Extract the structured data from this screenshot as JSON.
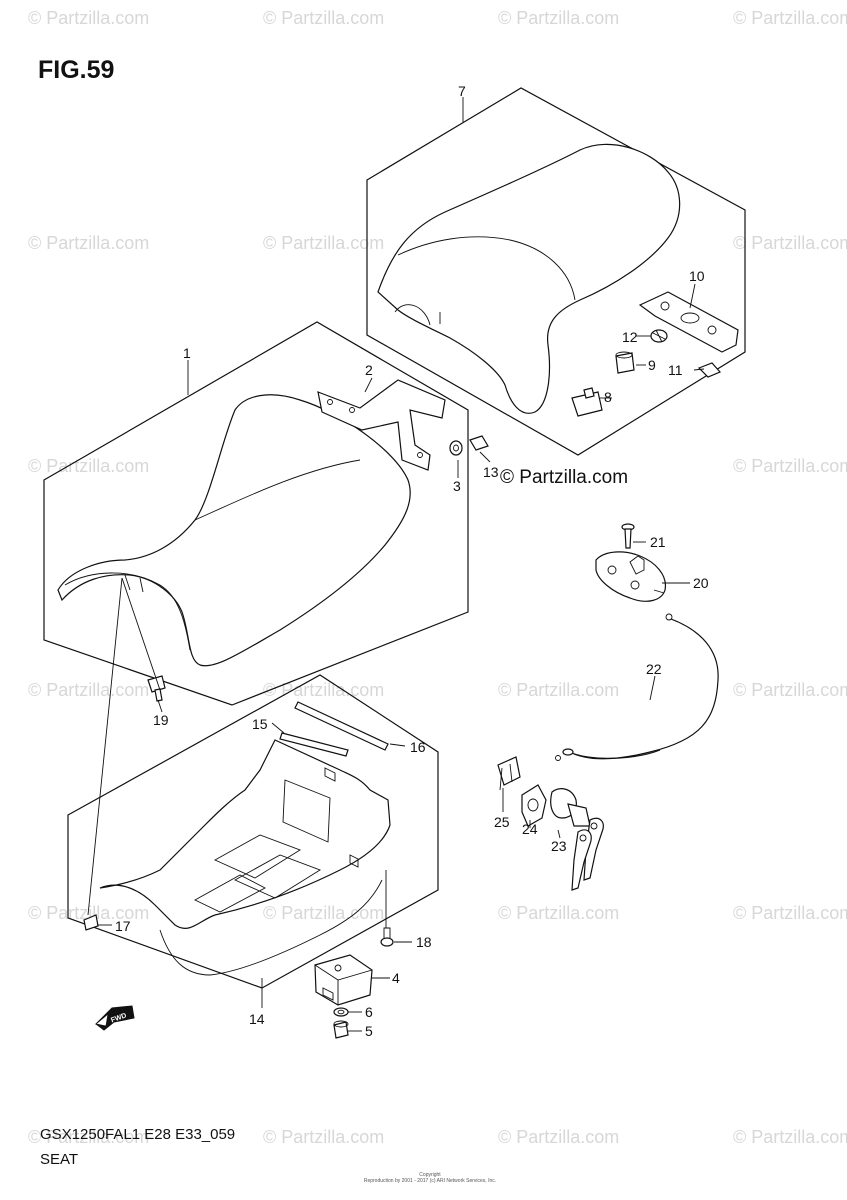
{
  "figure": {
    "title": "FIG.59",
    "code": "GSX1250FAL1 E28 E33_059",
    "name": "SEAT"
  },
  "watermark": {
    "text": "© Partzilla.com",
    "brand_text": "© Partzilla.com"
  },
  "copyright_note": [
    "Copyright",
    "Reproduction by 2001 - 2017 (c) ARI Network Services, Inc."
  ],
  "callouts": [
    "1",
    "2",
    "3",
    "4",
    "5",
    "6",
    "7",
    "8",
    "9",
    "10",
    "11",
    "12",
    "13",
    "14",
    "15",
    "16",
    "17",
    "18",
    "19",
    "20",
    "21",
    "22",
    "23",
    "24",
    "25"
  ],
  "front_arrow_label": "FWD",
  "colors": {
    "ink": "#111111",
    "watermark": "#d7d7d7",
    "background": "#ffffff"
  }
}
